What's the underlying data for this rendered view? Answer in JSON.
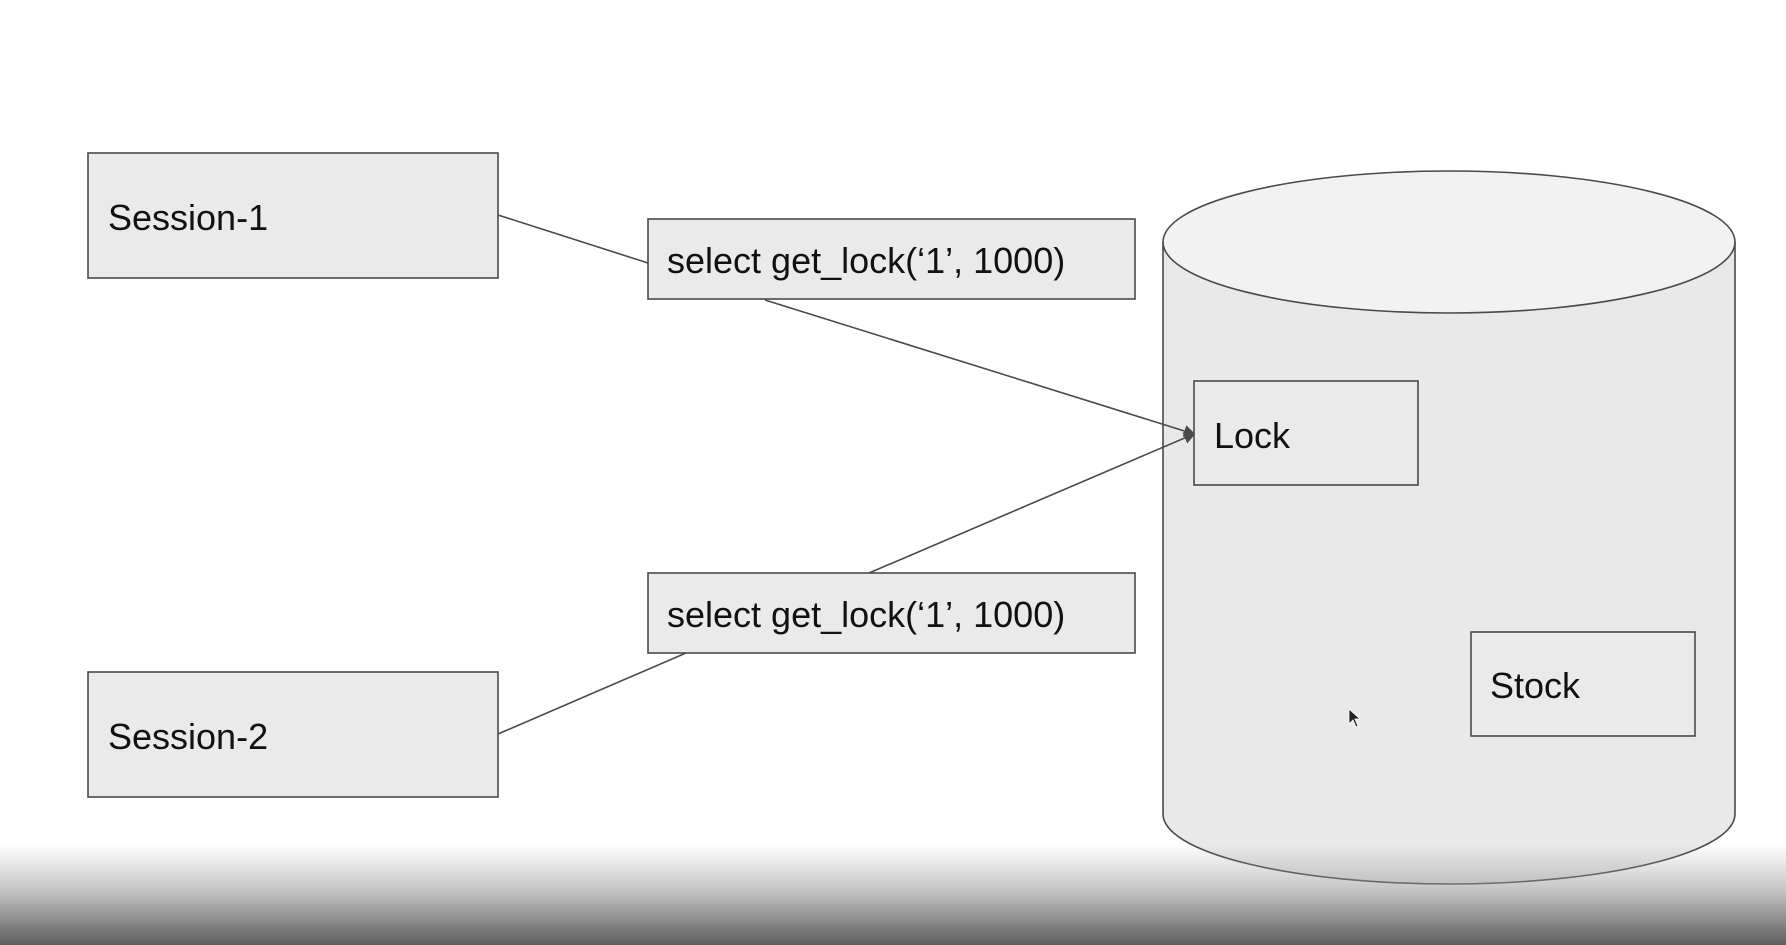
{
  "diagram": {
    "sessions": [
      {
        "id": "session-1",
        "label": "Session-1"
      },
      {
        "id": "session-2",
        "label": "Session-2"
      }
    ],
    "queries": [
      {
        "id": "query-1",
        "label": "select get_lock(‘1’, 1000)"
      },
      {
        "id": "query-2",
        "label": "select get_lock(‘1’, 1000)"
      }
    ],
    "database": {
      "lock_label": "Lock",
      "stock_label": "Stock"
    },
    "colors": {
      "box_fill": "#eaeaea",
      "stroke": "#4a4a4a",
      "cylinder_fill": "#e9e9e9",
      "cylinder_top": "#f2f2f2"
    }
  }
}
